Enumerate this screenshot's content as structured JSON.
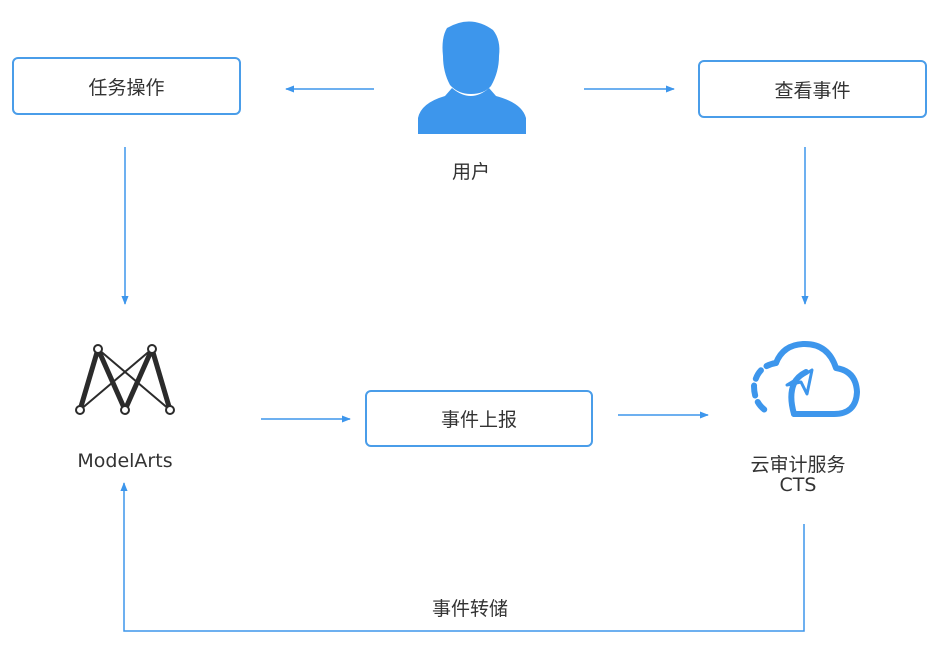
{
  "colors": {
    "accent": "#3d96ec",
    "icon_dark": "#2b2b2b",
    "text": "#333333"
  },
  "nodes": {
    "task_ops": "任务操作",
    "view_events": "查看事件",
    "user": "用户",
    "modelarts": "ModelArts",
    "event_report": "事件上报",
    "cts_name": "云审计服务",
    "cts_abbr": "CTS",
    "event_dump": "事件转储"
  },
  "icons": {
    "user": "user-icon",
    "modelarts": "modelarts-logo",
    "cts": "cloud-audit-icon"
  }
}
